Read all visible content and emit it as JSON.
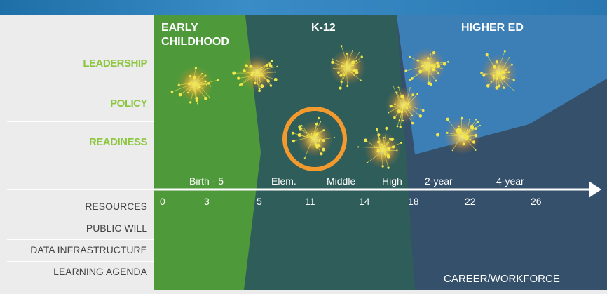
{
  "columns": {
    "early": "EARLY CHILDHOOD",
    "k12": "K-12",
    "higher": "HIGHER ED",
    "career": "CAREER/WORKFORCE"
  },
  "rows_green": [
    "LEADERSHIP",
    "POLICY",
    "READINESS"
  ],
  "rows_gray": [
    "RESOURCES",
    "PUBLIC WILL",
    "DATA INFRASTRUCTURE",
    "LEARNING AGENDA"
  ],
  "stages": [
    "Birth - 5",
    "Elem.",
    "Middle",
    "High",
    "2-year",
    "4-year"
  ],
  "ages": [
    "0",
    "3",
    "5",
    "11",
    "14",
    "18",
    "22",
    "26"
  ],
  "colors": {
    "early": "#4e9a3b",
    "k12": "#2f5d5a",
    "higher": "#3c7fb6",
    "career": "#34506b",
    "accent_green": "#8cc63f",
    "highlight_ring": "#f29a2e",
    "cluster": "#f2e64a"
  },
  "highlighted_cluster": "Elem. readiness"
}
